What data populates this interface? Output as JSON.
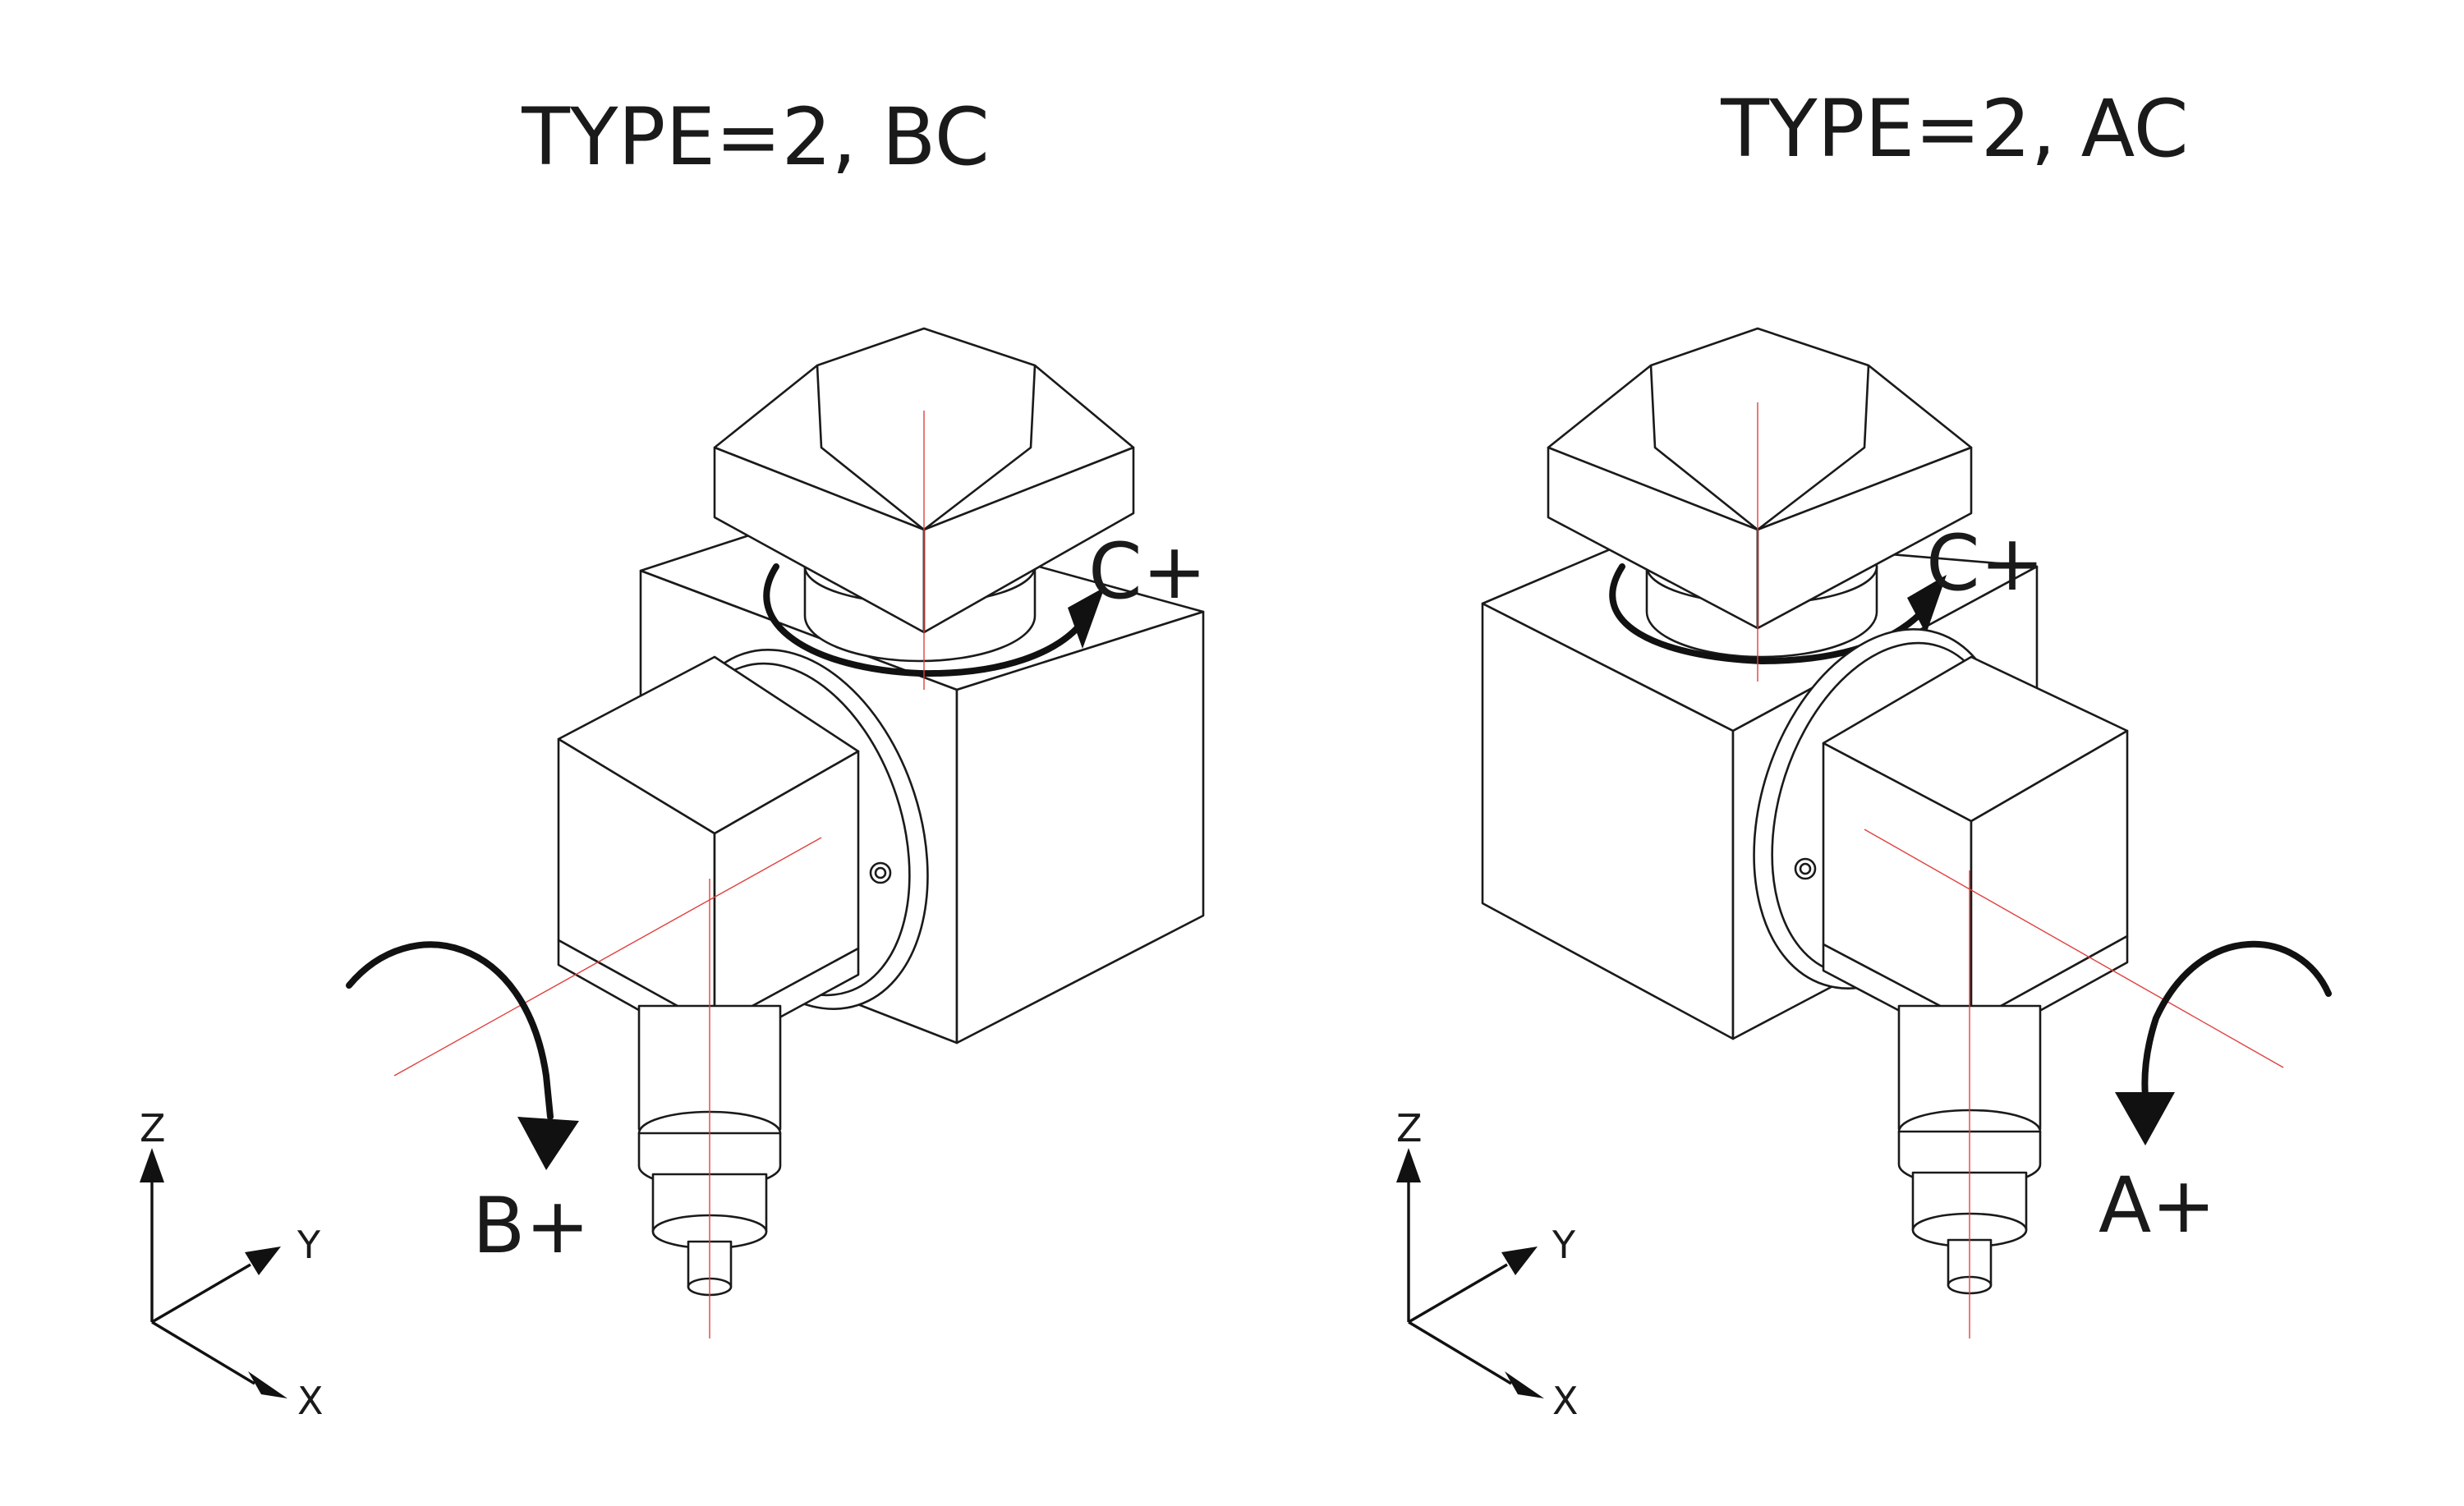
{
  "diagrams": [
    {
      "title": "TYPE=2, BC",
      "rotary_labels": {
        "table": "C+",
        "head": "B+"
      },
      "axes": {
        "z": "Z",
        "y": "Y",
        "x": "X"
      }
    },
    {
      "title": "TYPE=2, AC",
      "rotary_labels": {
        "table": "C+",
        "head": "A+"
      },
      "axes": {
        "z": "Z",
        "y": "Y",
        "x": "X"
      }
    }
  ],
  "colors": {
    "line": "#1a1a1a",
    "centerline": "#e0413f",
    "background": "#ffffff"
  }
}
